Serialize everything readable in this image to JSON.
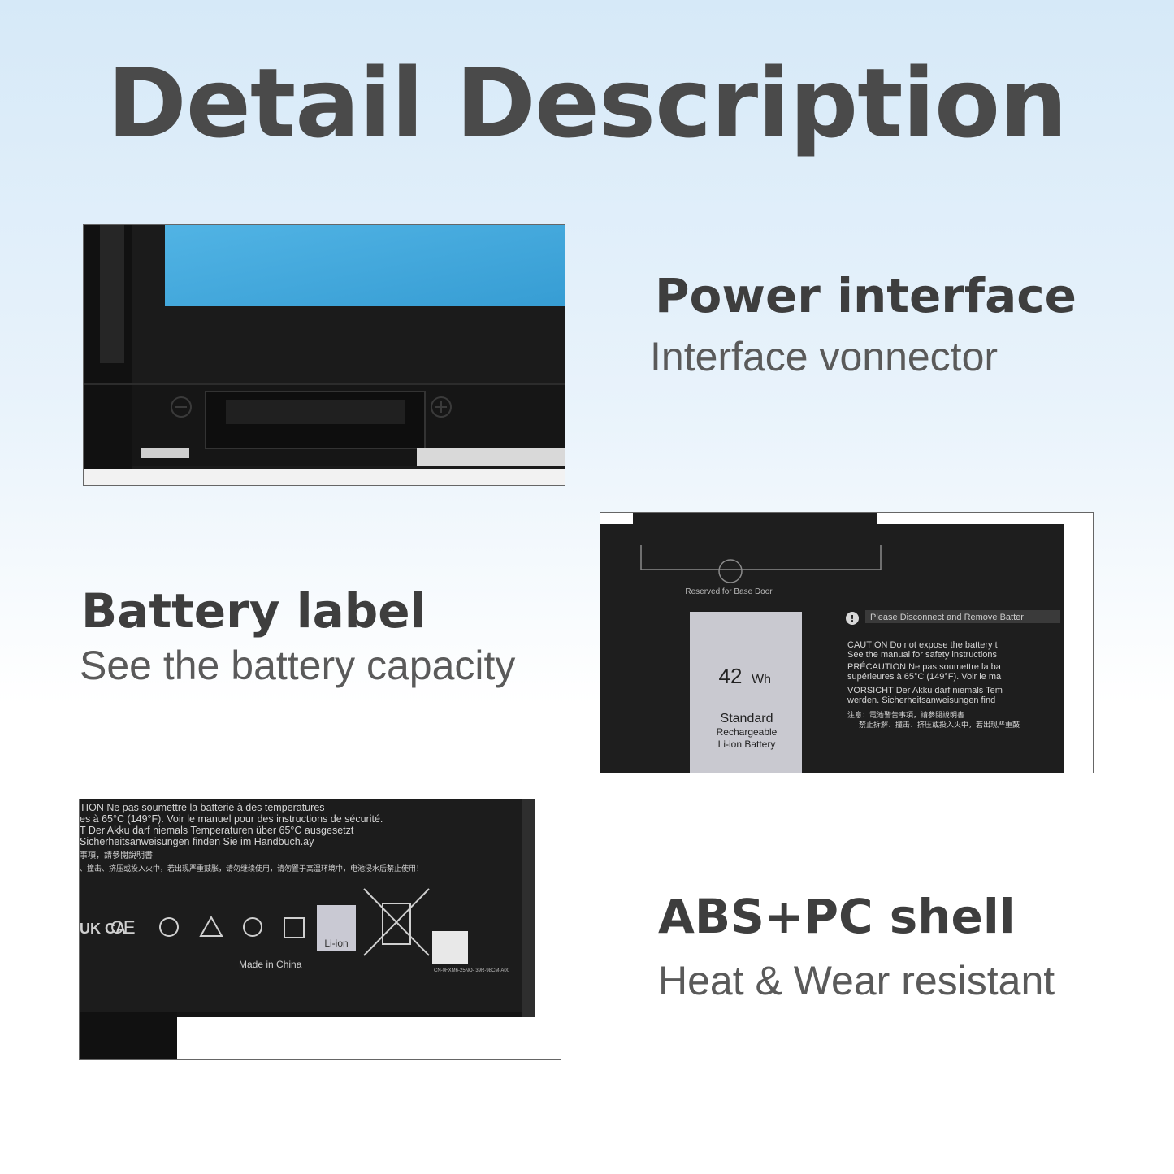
{
  "title": "Detail Description",
  "sections": [
    {
      "heading": "Power interface",
      "subtitle": "Interface vonnector"
    },
    {
      "heading": "Battery label",
      "subtitle": "See the battery capacity"
    },
    {
      "heading": "ABS+PC shell",
      "subtitle": "Heat & Wear resistant"
    }
  ],
  "photos": {
    "label_photo": {
      "reserved": "Reserved for Base Door",
      "warning": "Please Disconnect and Remove Batter",
      "capacity_value": "42",
      "capacity_unit": "Wh",
      "standard": "Standard",
      "rechargeable": "Rechargeable",
      "type": "Li-ion Battery",
      "caution_lines": [
        "CAUTION Do not expose the battery t",
        "See the manual for safety instructions",
        "PRÉCAUTION Ne pas soumettre la ba",
        "supérieures à 65°C (149°F). Voir le ma",
        "VORSICHT Der Akku darf niemals Tem",
        "werden. Sicherheitsanweisungen find",
        "注意：電池警告事項，請參閱說明書",
        "禁止拆解、撞击、挤压或投入火中，若出现严重鼓"
      ]
    },
    "shell_photo": {
      "lines": [
        "TION Ne pas soumettre la batterie à des temperatures",
        "es à 65°C (149°F). Voir le manuel pour des instructions de sécurité.",
        "T Der Akku darf niemals Temperaturen über 65°C  ausgesetzt",
        "Sicherheitsanweisungen finden Sie im Handbuch.ay",
        "事項，請參閱說明書",
        "、撞击、挤压或投入火中，若出现严重鼓胀，请勿继续使用，请勿置于高温环境中，电池浸水后禁止使用！"
      ],
      "ukca": "UK CA",
      "ce": "CE",
      "recycle_label": "Li-ion",
      "made_in": "Made in China",
      "barcode_text": "CN-0FXM6-25NO- 39R-98CM-A00"
    }
  }
}
